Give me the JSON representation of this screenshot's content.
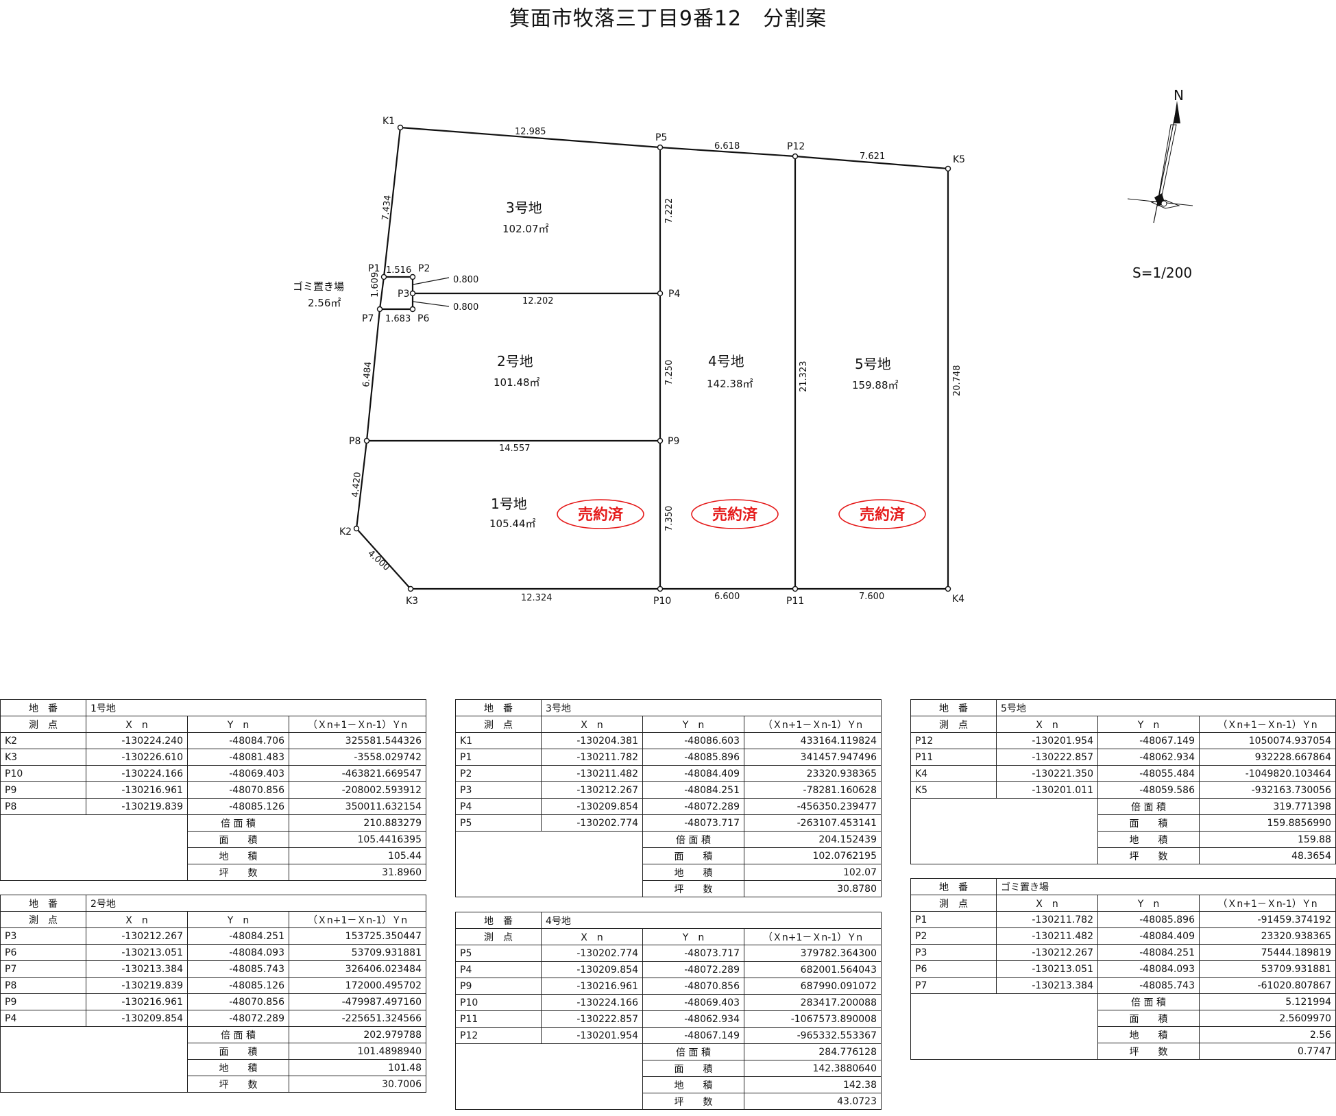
{
  "title": "箕面市牧落三丁目9番12　分割案",
  "scale": "S=1/200",
  "north": "N",
  "points": {
    "K1": "K1",
    "K2": "K2",
    "K3": "K3",
    "K4": "K4",
    "K5": "K5",
    "P1": "P1",
    "P2": "P2",
    "P3": "P3",
    "P4": "P4",
    "P5": "P5",
    "P6": "P6",
    "P7": "P7",
    "P8": "P8",
    "P9": "P9",
    "P10": "P10",
    "P11": "P11",
    "P12": "P12"
  },
  "dimensions": {
    "d_k1_p5": "12.985",
    "d_p5_p12": "6.618",
    "d_p12_k5": "7.621",
    "d_k1_p1": "7.434",
    "d_p5_p4": "7.222",
    "d_p1_p2": "1.516",
    "d_p2_p3": "0.800",
    "d_p3_p6": "0.800",
    "d_p3_p4": "12.202",
    "d_p1_p7": "1.609",
    "d_p7_p6": "1.683",
    "d_p7_p8": "6.484",
    "d_p4_p9": "7.250",
    "d_p12_p11": "21.323",
    "d_k5_k4": "20.748",
    "d_p8_p9": "14.557",
    "d_p8_k2": "4.420",
    "d_p9_p10": "7.350",
    "d_k2_k3": "4.000",
    "d_k3_p10": "12.324",
    "d_p10_p11": "6.600",
    "d_p11_k4": "7.600"
  },
  "lots": {
    "lot3": {
      "name": "3号地",
      "area": "102.07㎡"
    },
    "lot2": {
      "name": "2号地",
      "area": "101.48㎡"
    },
    "lot1": {
      "name": "1号地",
      "area": "105.44㎡"
    },
    "lot4": {
      "name": "4号地",
      "area": "142.38㎡"
    },
    "lot5": {
      "name": "5号地",
      "area": "159.88㎡"
    },
    "garbage": {
      "name": "ゴミ置き場",
      "area": "2.56㎡"
    }
  },
  "sold_label": "売約済",
  "colors": {
    "sold": "#e51a1a",
    "line": "#111111"
  },
  "table_labels": {
    "chiban": "地　番",
    "sokuten": "測　点",
    "xn": "X　n",
    "yn": "Y　n",
    "formula": "（Ｘn+1－Ｘn-1）Ｙn",
    "baimenseki": "倍 面 積",
    "menseki": "面　　積",
    "chiseki": "地　　積",
    "tsubo": "坪　　数"
  },
  "tables": {
    "t1": {
      "name": "1号地",
      "rows": [
        [
          "K2",
          "-130224.240",
          "-48084.706",
          "325581.544326"
        ],
        [
          "K3",
          "-130226.610",
          "-48081.483",
          "-3558.029742"
        ],
        [
          "P10",
          "-130224.166",
          "-48069.403",
          "-463821.669547"
        ],
        [
          "P9",
          "-130216.961",
          "-48070.856",
          "-208002.593912"
        ],
        [
          "P8",
          "-130219.839",
          "-48085.126",
          "350011.632154"
        ]
      ],
      "baimenseki": "210.883279",
      "menseki": "105.4416395",
      "chiseki": "105.44",
      "tsubo": "31.8960"
    },
    "t2": {
      "name": "2号地",
      "rows": [
        [
          "P3",
          "-130212.267",
          "-48084.251",
          "153725.350447"
        ],
        [
          "P6",
          "-130213.051",
          "-48084.093",
          "53709.931881"
        ],
        [
          "P7",
          "-130213.384",
          "-48085.743",
          "326406.023484"
        ],
        [
          "P8",
          "-130219.839",
          "-48085.126",
          "172000.495702"
        ],
        [
          "P9",
          "-130216.961",
          "-48070.856",
          "-479987.497160"
        ],
        [
          "P4",
          "-130209.854",
          "-48072.289",
          "-225651.324566"
        ]
      ],
      "baimenseki": "202.979788",
      "menseki": "101.4898940",
      "chiseki": "101.48",
      "tsubo": "30.7006"
    },
    "t3": {
      "name": "3号地",
      "rows": [
        [
          "K1",
          "-130204.381",
          "-48086.603",
          "433164.119824"
        ],
        [
          "P1",
          "-130211.782",
          "-48085.896",
          "341457.947496"
        ],
        [
          "P2",
          "-130211.482",
          "-48084.409",
          "23320.938365"
        ],
        [
          "P3",
          "-130212.267",
          "-48084.251",
          "-78281.160628"
        ],
        [
          "P4",
          "-130209.854",
          "-48072.289",
          "-456350.239477"
        ],
        [
          "P5",
          "-130202.774",
          "-48073.717",
          "-263107.453141"
        ]
      ],
      "baimenseki": "204.152439",
      "menseki": "102.0762195",
      "chiseki": "102.07",
      "tsubo": "30.8780"
    },
    "t4": {
      "name": "4号地",
      "rows": [
        [
          "P5",
          "-130202.774",
          "-48073.717",
          "379782.364300"
        ],
        [
          "P4",
          "-130209.854",
          "-48072.289",
          "682001.564043"
        ],
        [
          "P9",
          "-130216.961",
          "-48070.856",
          "687990.091072"
        ],
        [
          "P10",
          "-130224.166",
          "-48069.403",
          "283417.200088"
        ],
        [
          "P11",
          "-130222.857",
          "-48062.934",
          "-1067573.890008"
        ],
        [
          "P12",
          "-130201.954",
          "-48067.149",
          "-965332.553367"
        ]
      ],
      "baimenseki": "284.776128",
      "menseki": "142.3880640",
      "chiseki": "142.38",
      "tsubo": "43.0723"
    },
    "t5": {
      "name": "5号地",
      "rows": [
        [
          "P12",
          "-130201.954",
          "-48067.149",
          "1050074.937054"
        ],
        [
          "P11",
          "-130222.857",
          "-48062.934",
          "932228.667864"
        ],
        [
          "K4",
          "-130221.350",
          "-48055.484",
          "-1049820.103464"
        ],
        [
          "K5",
          "-130201.011",
          "-48059.586",
          "-932163.730056"
        ]
      ],
      "baimenseki": "319.771398",
      "menseki": "159.8856990",
      "chiseki": "159.88",
      "tsubo": "48.3654"
    },
    "t6": {
      "name": "ゴミ置き場",
      "rows": [
        [
          "P1",
          "-130211.782",
          "-48085.896",
          "-91459.374192"
        ],
        [
          "P2",
          "-130211.482",
          "-48084.409",
          "23320.938365"
        ],
        [
          "P3",
          "-130212.267",
          "-48084.251",
          "75444.189819"
        ],
        [
          "P6",
          "-130213.051",
          "-48084.093",
          "53709.931881"
        ],
        [
          "P7",
          "-130213.384",
          "-48085.743",
          "-61020.807867"
        ]
      ],
      "baimenseki": "5.121994",
      "menseki": "2.5609970",
      "chiseki": "2.56",
      "tsubo": "0.7747"
    }
  }
}
